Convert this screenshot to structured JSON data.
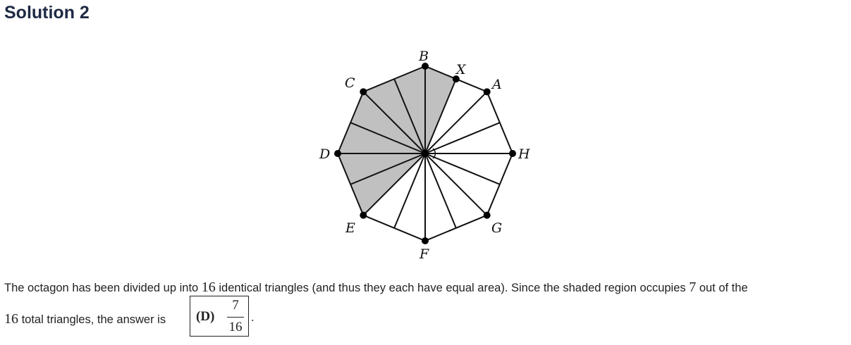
{
  "heading": "Solution 2",
  "figure": {
    "labels": {
      "B": "B",
      "X": "X",
      "A": "A",
      "C": "C",
      "D": "D",
      "H": "H",
      "E": "E",
      "F": "F",
      "G": "G"
    },
    "shaded_triangles": 7,
    "total_triangles": 16,
    "shade_color": "#c0c0c0"
  },
  "text": {
    "line1_pre": "The octagon has been divided up into ",
    "line1_num1": "16",
    "line1_mid": " identical triangles (and thus they each have equal area). Since the shaded region occupies ",
    "line1_num2": "7",
    "line1_post": " out of the",
    "line2_num": "16",
    "line2_text": " total triangles, the answer is",
    "answer_letter": "(D)",
    "answer_numerator": "7",
    "answer_denominator": "16",
    "period": "."
  }
}
